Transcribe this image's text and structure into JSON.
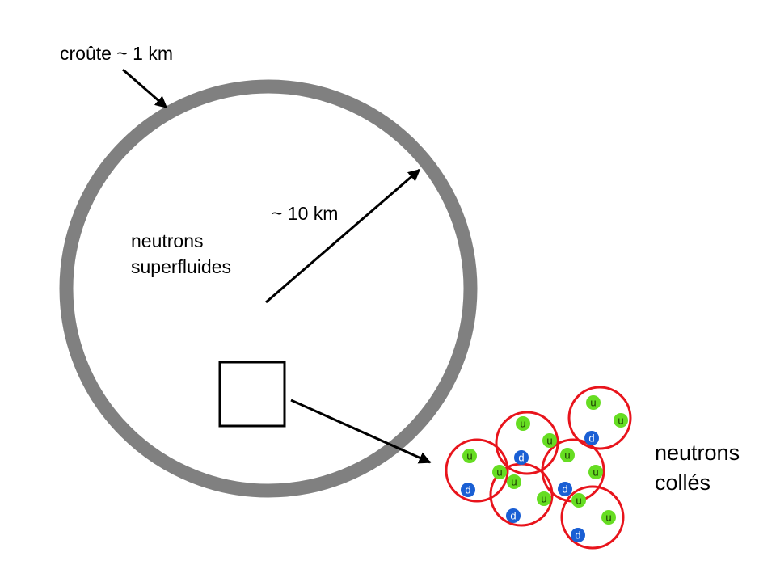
{
  "labels": {
    "crust": "croûte ~ 1 km",
    "radius": "~ 10 km",
    "interior_line1": "neutrons",
    "interior_line2": "superfluides",
    "stuck_line1": "neutrons",
    "stuck_line2": "collés"
  },
  "colors": {
    "crust": "#808080",
    "neutron_ring": "#e8141c",
    "up_quark": "#66dd22",
    "down_quark": "#1a5fd4",
    "ink": "#000000"
  },
  "neutrons": [
    {
      "quarks": [
        "u",
        "u",
        "d"
      ]
    },
    {
      "quarks": [
        "u",
        "u",
        "d"
      ]
    },
    {
      "quarks": [
        "u",
        "u",
        "d"
      ]
    },
    {
      "quarks": [
        "u",
        "u",
        "d"
      ]
    },
    {
      "quarks": [
        "u",
        "u",
        "d"
      ]
    },
    {
      "quarks": [
        "u",
        "u",
        "d"
      ]
    }
  ]
}
